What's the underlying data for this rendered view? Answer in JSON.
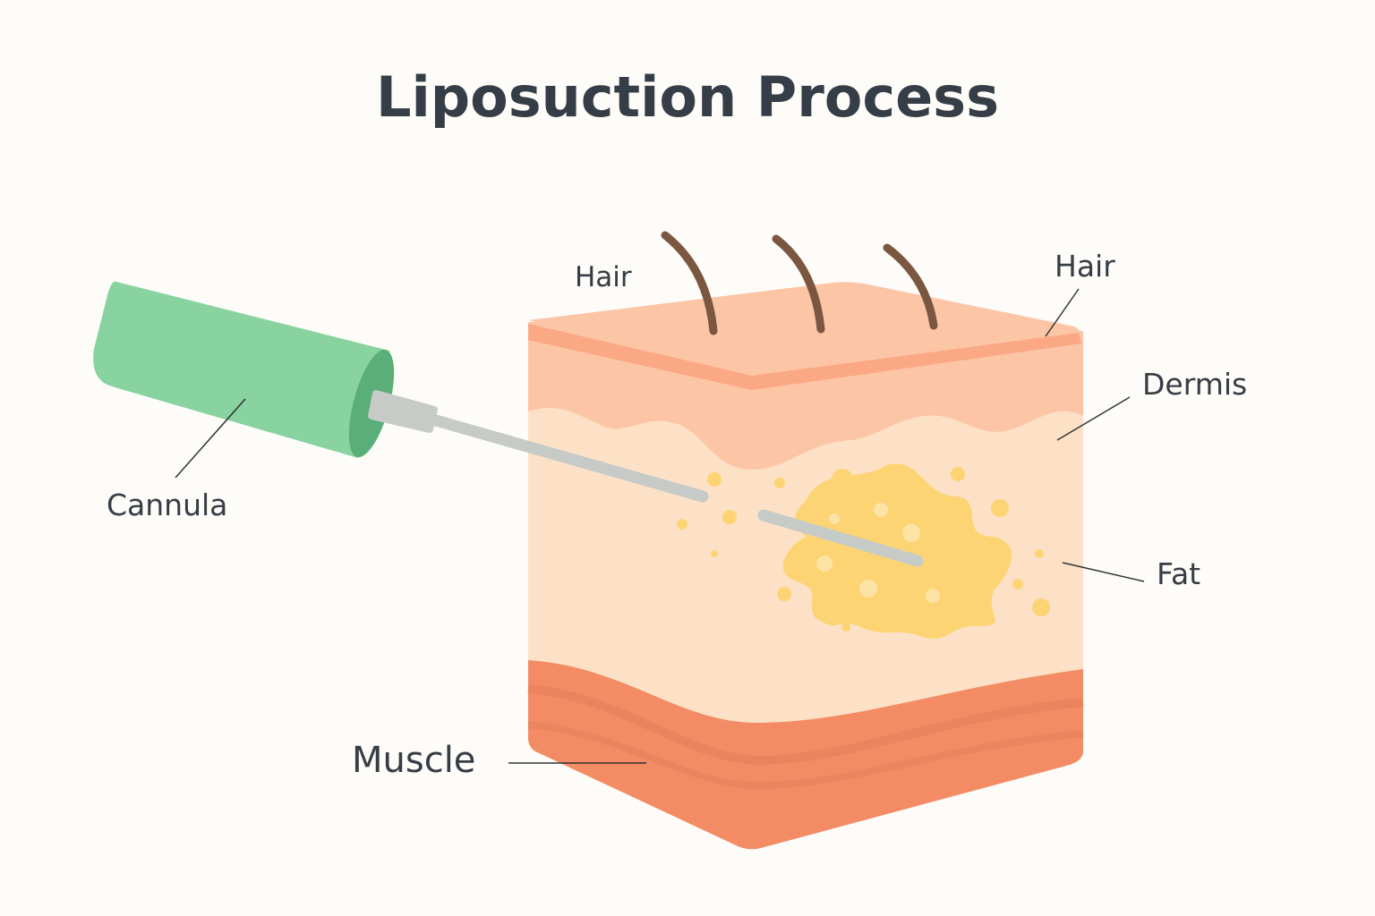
{
  "title": "Liposuction Process",
  "labels": {
    "hair_left": "Hair",
    "hair_right": "Hair",
    "dermis": "Dermis",
    "fat": "Fat",
    "muscle": "Muscle",
    "cannula": "Cannula"
  },
  "colors": {
    "epidermis": "#fcc5a6",
    "fat_layer": "#fde1c6",
    "fat_blob": "#fdd473",
    "muscle": "#f38c65",
    "cannula_body": "#88d3a0",
    "cannula_rod": "#c6cbc8",
    "hair": "#7b5641"
  }
}
